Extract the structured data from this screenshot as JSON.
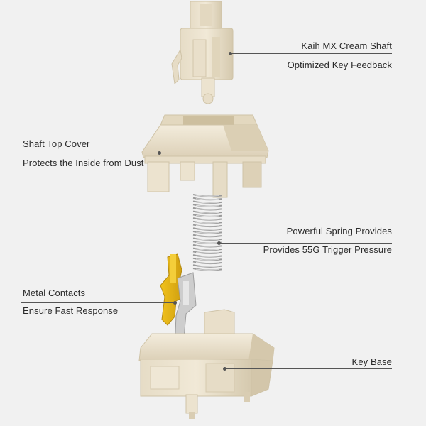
{
  "callouts": {
    "shaft": {
      "title": "Kaih MX Cream Shaft",
      "subtitle": "Optimized Key Feedback"
    },
    "cover": {
      "title": "Shaft Top Cover",
      "subtitle": "Protects the Inside from Dust"
    },
    "spring": {
      "title": "Powerful Spring Provides",
      "subtitle": "Provides 55G Trigger Pressure"
    },
    "contacts": {
      "title": "Metal Contacts",
      "subtitle": "Ensure Fast Response"
    },
    "base": {
      "title": "Key Base",
      "subtitle": ""
    }
  },
  "colors": {
    "background": "#f1f1f1",
    "cream": "#ece3cf",
    "cream_shadow": "#d7cbb1",
    "spring": "#9a9a9a",
    "contact_gold": "#e5b416",
    "contact_silver": "#c9c9c9",
    "line": "#555555",
    "text": "#2a2a2a"
  },
  "icons": [
    "switch-stem-icon",
    "switch-top-cover-icon",
    "spring-icon",
    "metal-contacts-icon",
    "switch-base-icon"
  ]
}
